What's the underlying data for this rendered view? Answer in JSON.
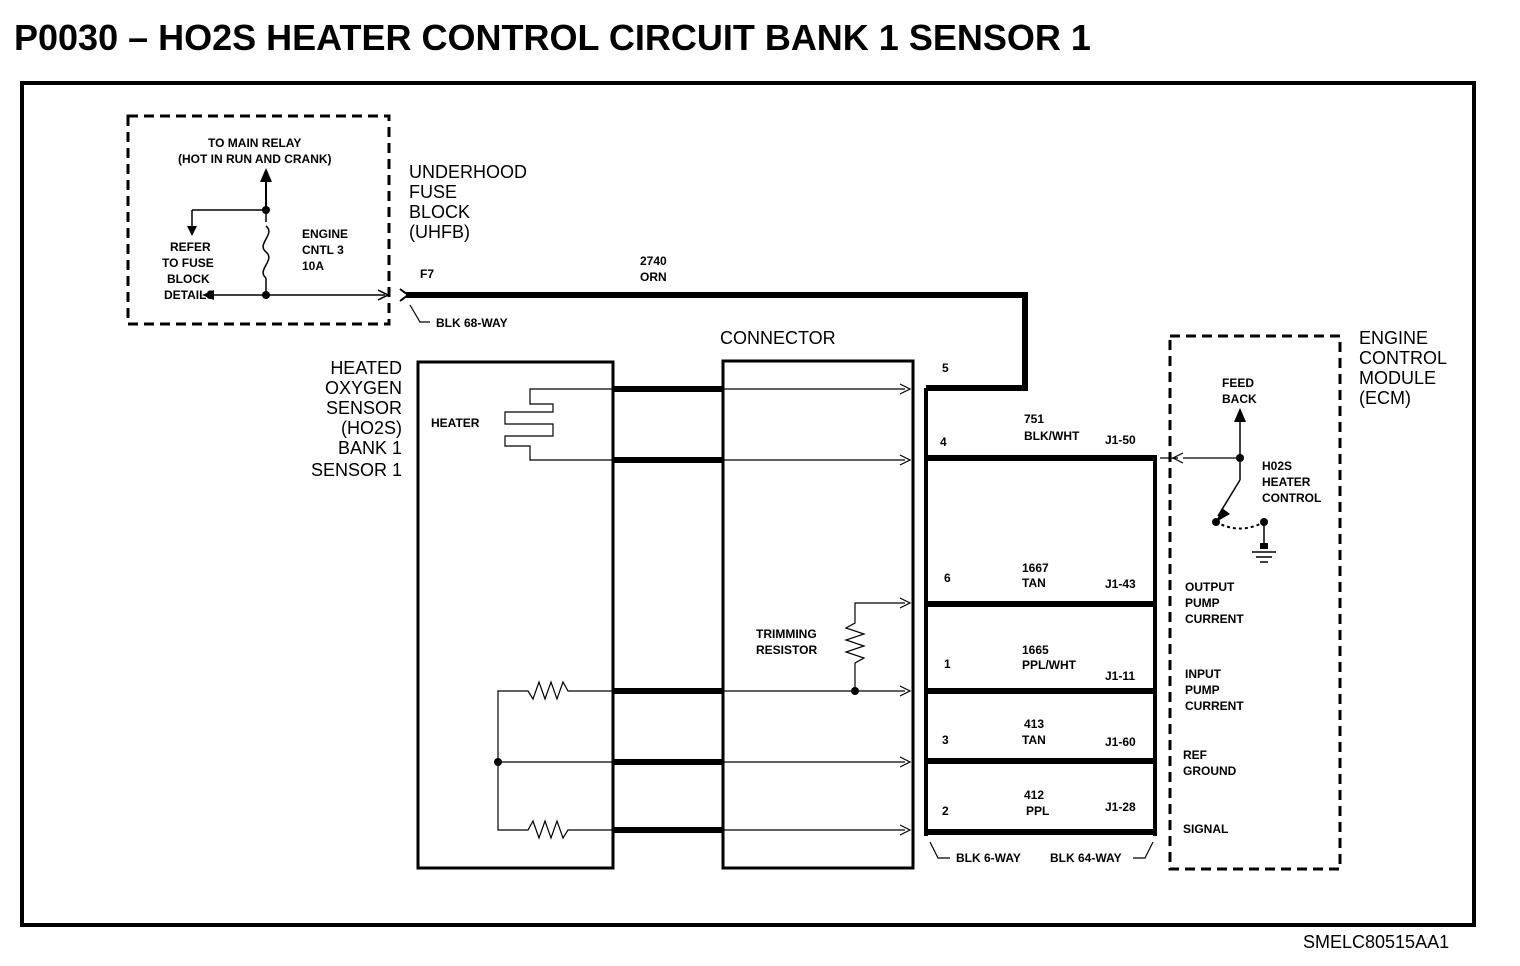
{
  "title": "P0030 – HO2S HEATER CONTROL CIRCUIT BANK 1 SENSOR 1",
  "figure_code": "SMELC80515AA1",
  "fuse_block": {
    "to_main_relay": "TO MAIN RELAY",
    "hot_in_run": "(HOT IN RUN AND CRANK)",
    "refer": [
      "REFER",
      "TO FUSE",
      "BLOCK",
      "DETAILS"
    ],
    "fuse": [
      "ENGINE",
      "CNTL 3",
      "10A"
    ],
    "name": [
      "UNDERHOOD",
      "FUSE",
      "BLOCK",
      "(UHFB)"
    ],
    "terminal": "F7",
    "connector": "BLK 68-WAY"
  },
  "wire_2740": {
    "circuit": "2740",
    "color": "ORN"
  },
  "sensor": {
    "name": [
      "HEATED",
      "OXYGEN",
      "SENSOR",
      "(HO2S)",
      "BANK 1",
      "SENSOR 1"
    ],
    "heater": "HEATER"
  },
  "connector": {
    "label": "CONNECTOR",
    "trimming": [
      "TRIMMING",
      "RESISTOR"
    ],
    "blk6": "BLK 6-WAY",
    "blk64": "BLK 64-WAY"
  },
  "pins": [
    {
      "pin": "5"
    },
    {
      "pin": "4",
      "circuit": "751",
      "color": "BLK/WHT",
      "ecm": "J1-50"
    },
    {
      "pin": "6",
      "circuit": "1667",
      "color": "TAN",
      "ecm": "J1-43"
    },
    {
      "pin": "1",
      "circuit": "1665",
      "color": "PPL/WHT",
      "ecm": "J1-11"
    },
    {
      "pin": "3",
      "circuit": "413",
      "color": "TAN",
      "ecm": "J1-60"
    },
    {
      "pin": "2",
      "circuit": "412",
      "color": "PPL",
      "ecm": "J1-28"
    }
  ],
  "ecm": {
    "name": [
      "ENGINE",
      "CONTROL",
      "MODULE",
      "(ECM)"
    ],
    "feedback": [
      "FEED",
      "BACK"
    ],
    "heater_control": [
      "H02S",
      "HEATER",
      "CONTROL"
    ],
    "output_pump": [
      "OUTPUT",
      "PUMP",
      "CURRENT"
    ],
    "input_pump": [
      "INPUT",
      "PUMP",
      "CURRENT"
    ],
    "ref_ground": [
      "REF",
      "GROUND"
    ],
    "signal": "SIGNAL"
  }
}
